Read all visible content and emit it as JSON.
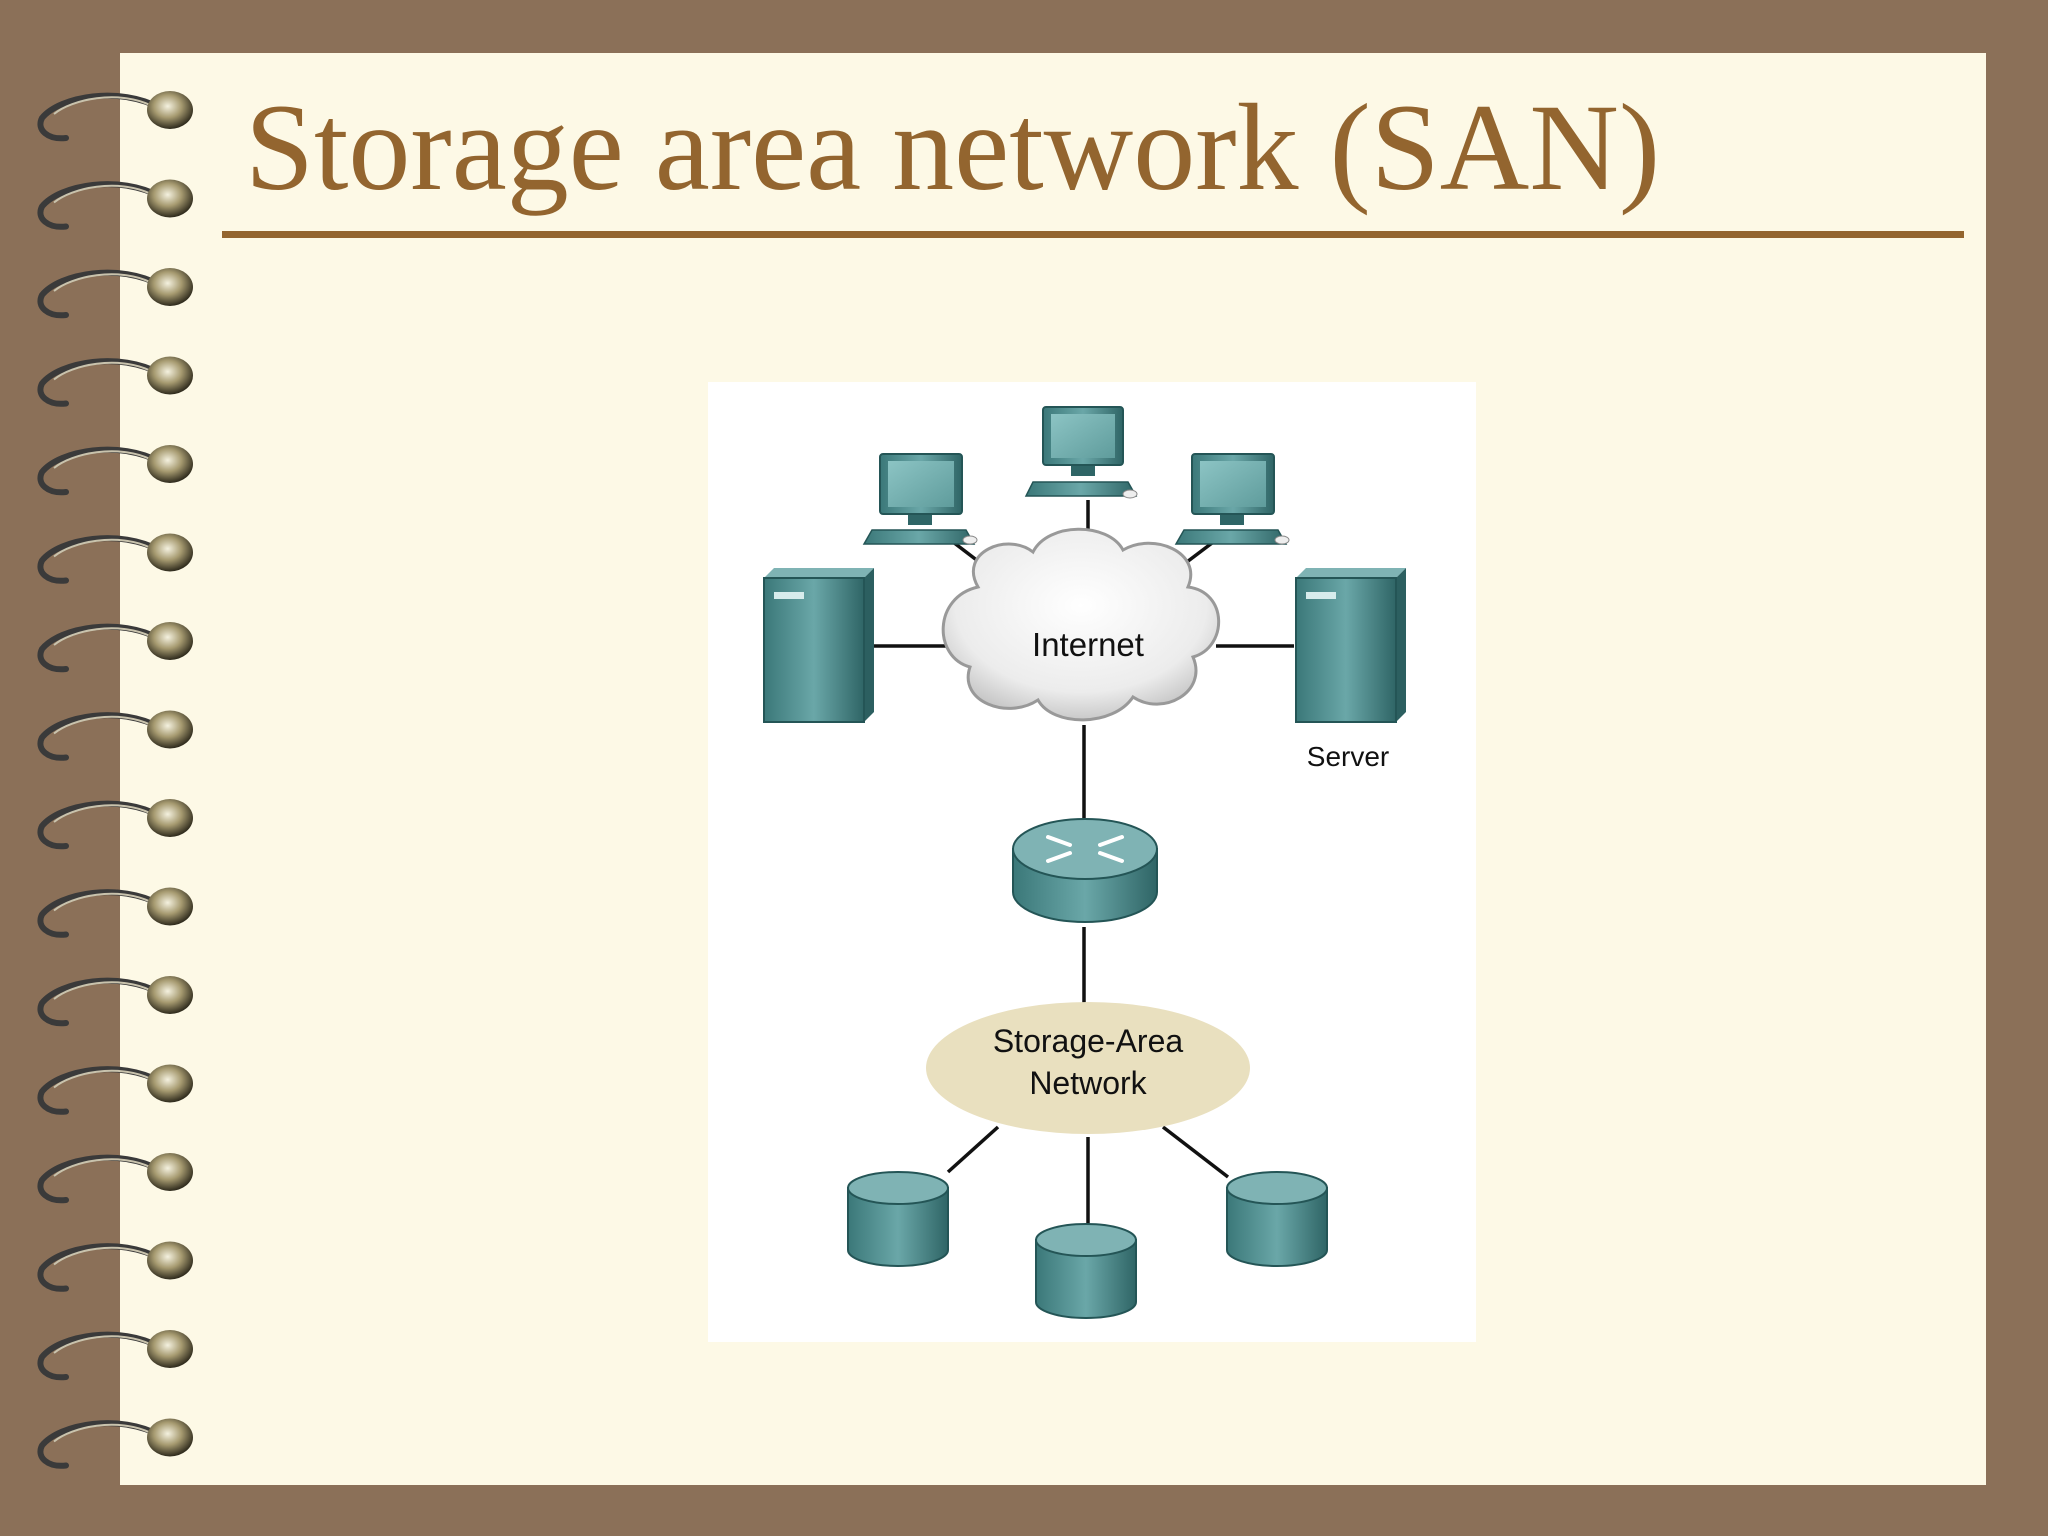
{
  "slide": {
    "title": "Storage area network (SAN)"
  },
  "diagram": {
    "internet_label": "Internet",
    "server_label": "Server",
    "san_label_line1": "Storage-Area",
    "san_label_line2": "Network",
    "colors": {
      "device_teal": "#4f8f90",
      "cloud": "#e8e8e8",
      "san_oval": "#e9e0bf",
      "title_brown": "#93652f"
    },
    "nodes": [
      {
        "kind": "computer",
        "icon": "workstation-icon",
        "count": 3
      },
      {
        "kind": "server",
        "icon": "server-icon",
        "count": 2
      },
      {
        "kind": "cloud",
        "icon": "internet-cloud-icon"
      },
      {
        "kind": "router",
        "icon": "router-icon"
      },
      {
        "kind": "san",
        "icon": "san-oval"
      },
      {
        "kind": "storage",
        "icon": "storage-disk-icon",
        "count": 3
      }
    ]
  }
}
